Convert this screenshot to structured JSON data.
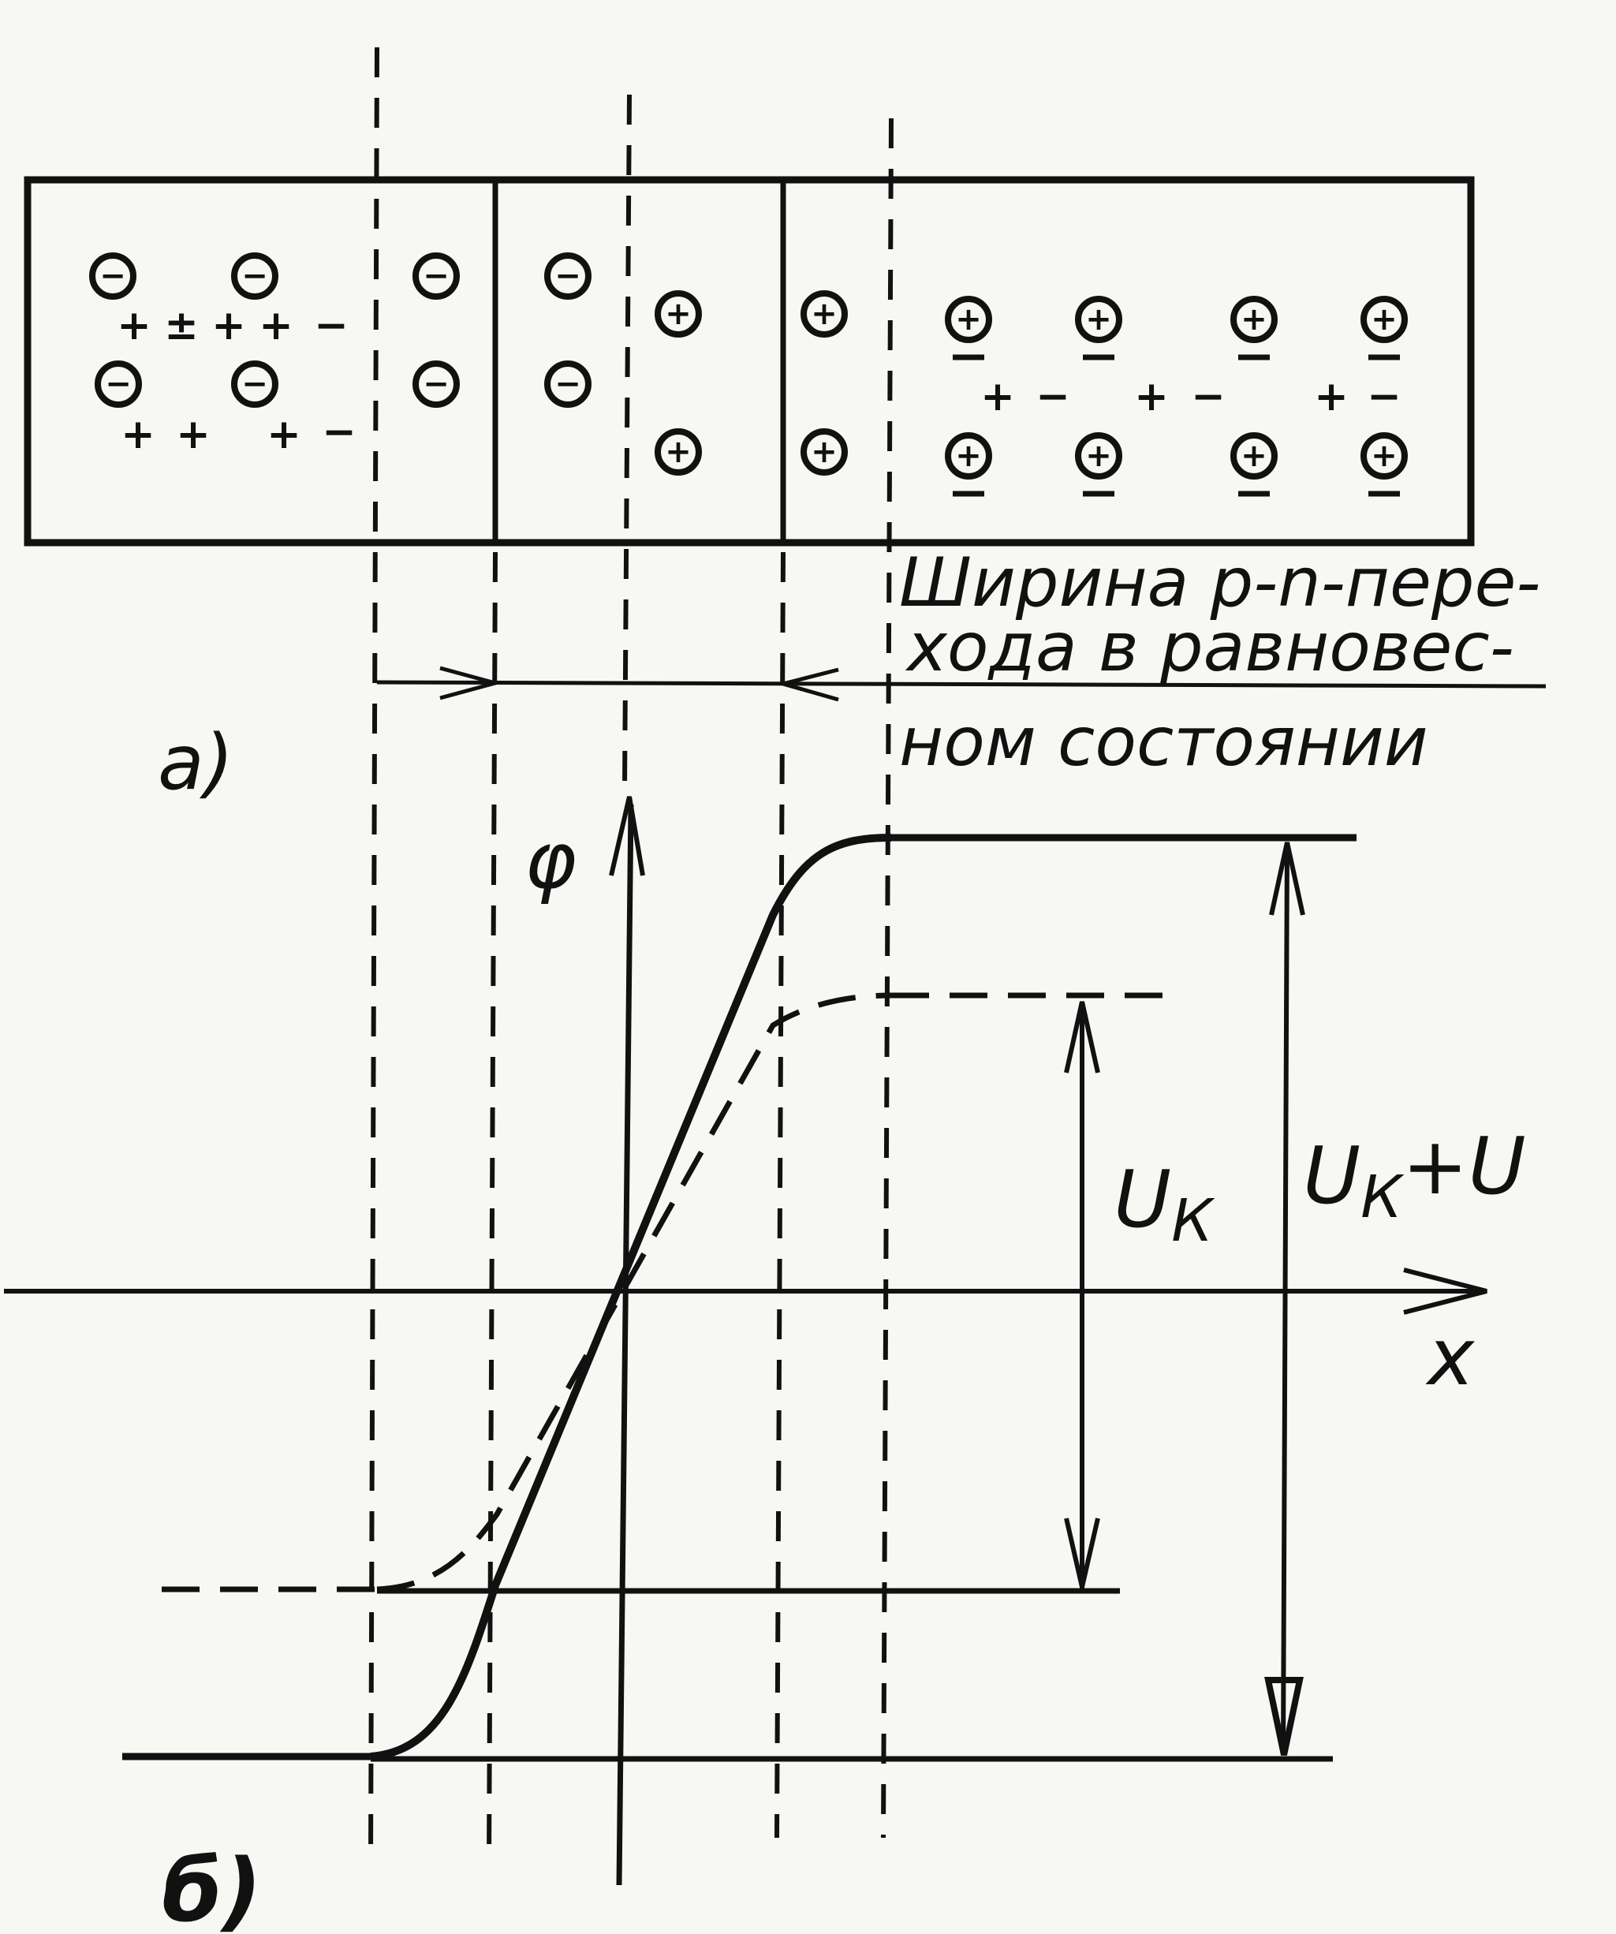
{
  "crystal": {
    "ion_minus": "−",
    "ion_plus": "+",
    "carrier_plus": "+",
    "carrier_minus": "−",
    "carrier_pm": "±"
  },
  "annotation": {
    "width_line1": "Ширина р-n-пере-",
    "width_line2": "хода в равновес-",
    "width_line3": "ном состоянии"
  },
  "labels": {
    "part_a": "а)",
    "part_b": "б)",
    "axis_phi": "φ",
    "axis_x": "x",
    "uk_main": "U",
    "uk_sub": "К",
    "uku_main": "U",
    "uku_sub": "К",
    "uku_rest": "+U"
  },
  "colors": {
    "ink": "#111111",
    "paper": "#f7f7f4"
  }
}
